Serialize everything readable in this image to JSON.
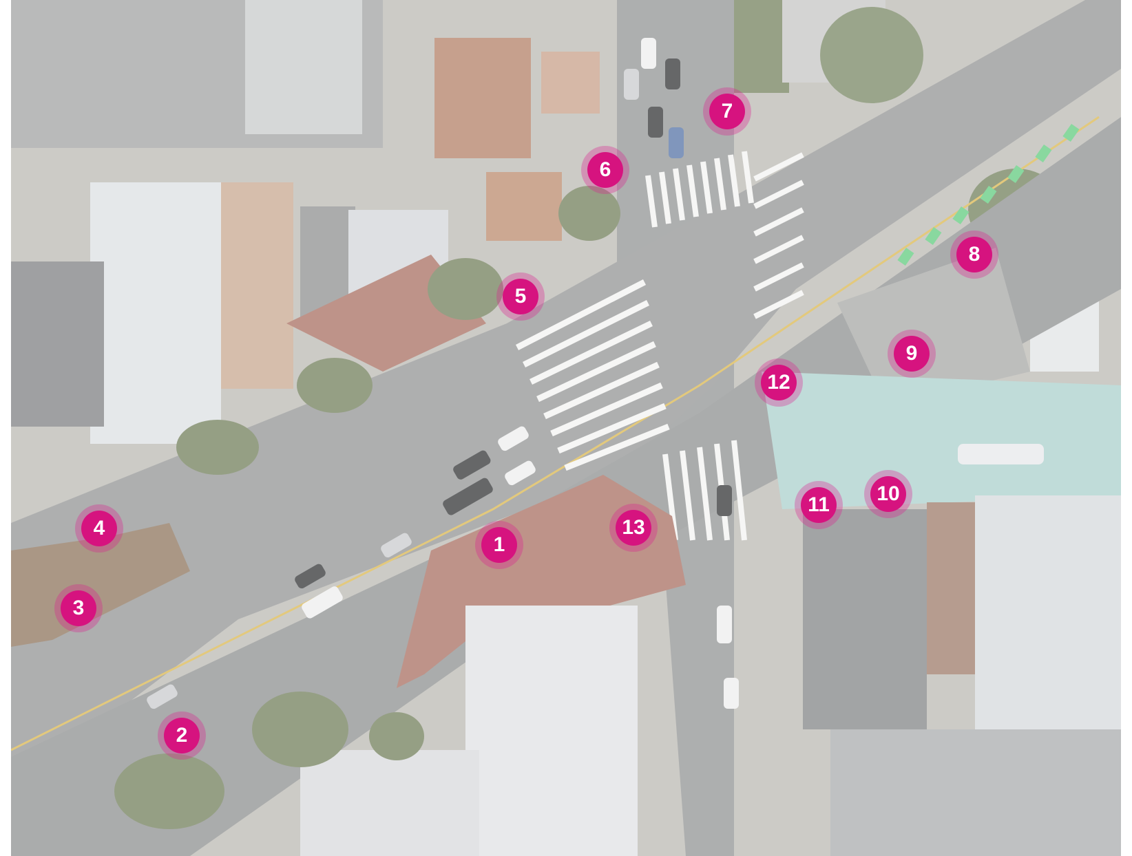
{
  "map": {
    "style": "aerial photo of a street intersection, washed out",
    "colors": {
      "marker": "#d6137f",
      "marker_halo": "rgba(222,28,142,0.32)",
      "road": "#8e9090",
      "plaza": "#a56a5c",
      "transit_lane": "#a8cfcb",
      "bike_lane": "#5cc97a",
      "roof": "#d8dcdf"
    }
  },
  "markers": [
    {
      "label": "1"
    },
    {
      "label": "2"
    },
    {
      "label": "3"
    },
    {
      "label": "4"
    },
    {
      "label": "5"
    },
    {
      "label": "6"
    },
    {
      "label": "7"
    },
    {
      "label": "8"
    },
    {
      "label": "9"
    },
    {
      "label": "10"
    },
    {
      "label": "11"
    },
    {
      "label": "12"
    },
    {
      "label": "13"
    }
  ]
}
